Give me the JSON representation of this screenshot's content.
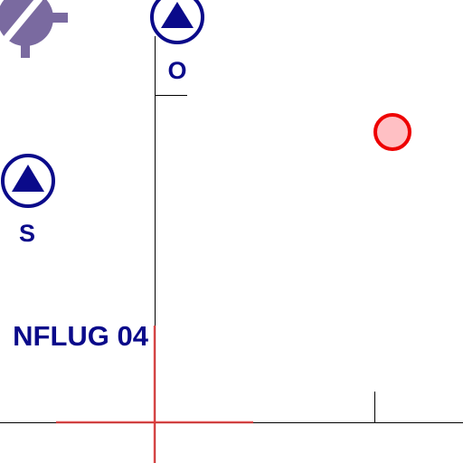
{
  "map": {
    "labels": {
      "route_label": "NFLUG 04",
      "point_o": "O",
      "point_s": "S"
    },
    "symbols": {
      "compulsory_reporting_point": "triangle-in-circle-icon",
      "airfield": "airfield-symbol-icon",
      "current_position": "position-circle-icon",
      "crosshair": "crosshair-icon"
    },
    "colors": {
      "reporting_point": "#0a0a8a",
      "airfield": "#7a6aa0",
      "position_fill": "#ffc0c4",
      "position_stroke": "#ee0000",
      "crosshair": "#e23a3a",
      "lines": "#000000"
    }
  }
}
